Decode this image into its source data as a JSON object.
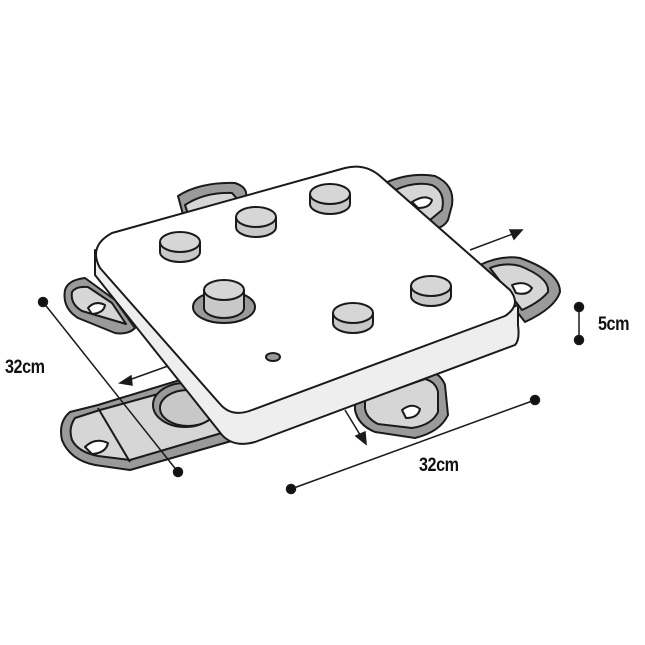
{
  "dimensions": {
    "width_label": "32cm",
    "depth_label": "32cm",
    "height_label": "5cm"
  },
  "colors": {
    "outline": "#1a1a1a",
    "fill_light": "#ffffff",
    "fill_side": "#eeeeee",
    "fill_gray": "#c8c8c8",
    "fill_dark": "#9a9a9a"
  }
}
